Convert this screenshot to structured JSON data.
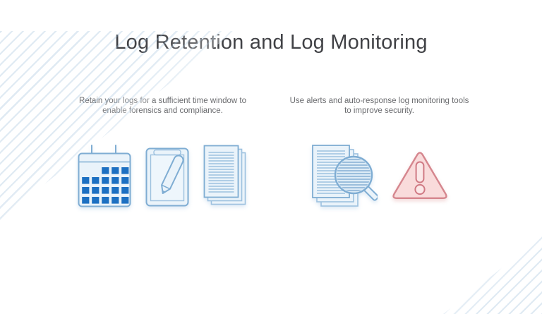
{
  "page": {
    "title": "Log Retention and Log Monitoring"
  },
  "sections": {
    "retention": {
      "description": "Retain your logs for a sufficient time window to enable forensics and compliance.",
      "icons": [
        "calendar-icon",
        "clipboard-pencil-icon",
        "document-stack-icon"
      ]
    },
    "monitoring": {
      "description": "Use alerts and auto-response log monitoring tools to improve security.",
      "icons": [
        "log-search-icon",
        "warning-alert-icon"
      ]
    }
  },
  "colors": {
    "title_text": "#414246",
    "body_text": "#6b6c6f",
    "icon_blue_outline": "#7fadd3",
    "icon_blue_fill": "#eaf3fa",
    "icon_blue_dark": "#1d70c2",
    "icon_line_blue": "#9dc1df",
    "warn_pink_fill": "#f9dbdb",
    "warn_rose_outline": "#d5868e",
    "stripe_blue": "#96b9d8"
  }
}
